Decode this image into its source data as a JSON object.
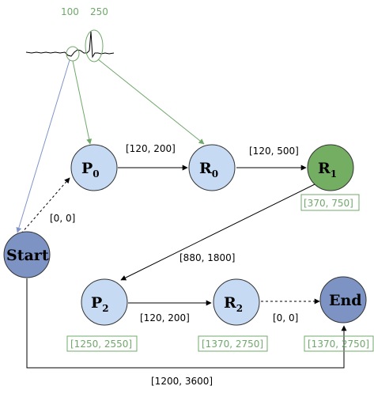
{
  "colors": {
    "light_node": "#c6daf4",
    "dark_node": "#7d93c4",
    "green_node": "#74ae62",
    "green_line": "#6fa86a",
    "blue_line": "#7f95c9",
    "black": "#000000"
  },
  "signal": {
    "markers": [
      "100",
      "250"
    ]
  },
  "nodes": {
    "p0": {
      "base": "P",
      "sub": "0"
    },
    "r0": {
      "base": "R",
      "sub": "0"
    },
    "r1": {
      "base": "R",
      "sub": "1",
      "range": "[370, 750]"
    },
    "start": {
      "label": "Start"
    },
    "p2": {
      "base": "P",
      "sub": "2",
      "range": "[1250, 2550]"
    },
    "r2": {
      "base": "R",
      "sub": "2",
      "range": "[1370, 2750]"
    },
    "end": {
      "label": "End",
      "range": "[1370, 2750]"
    }
  },
  "edges": {
    "p0_r0": "[120, 200]",
    "r0_r1": "[120, 500]",
    "start_p0": "[0, 0]",
    "r1_p2": "[880, 1800]",
    "p2_r2": "[120, 200]",
    "r2_end": "[0, 0]",
    "start_end": "[1200, 3600]"
  }
}
